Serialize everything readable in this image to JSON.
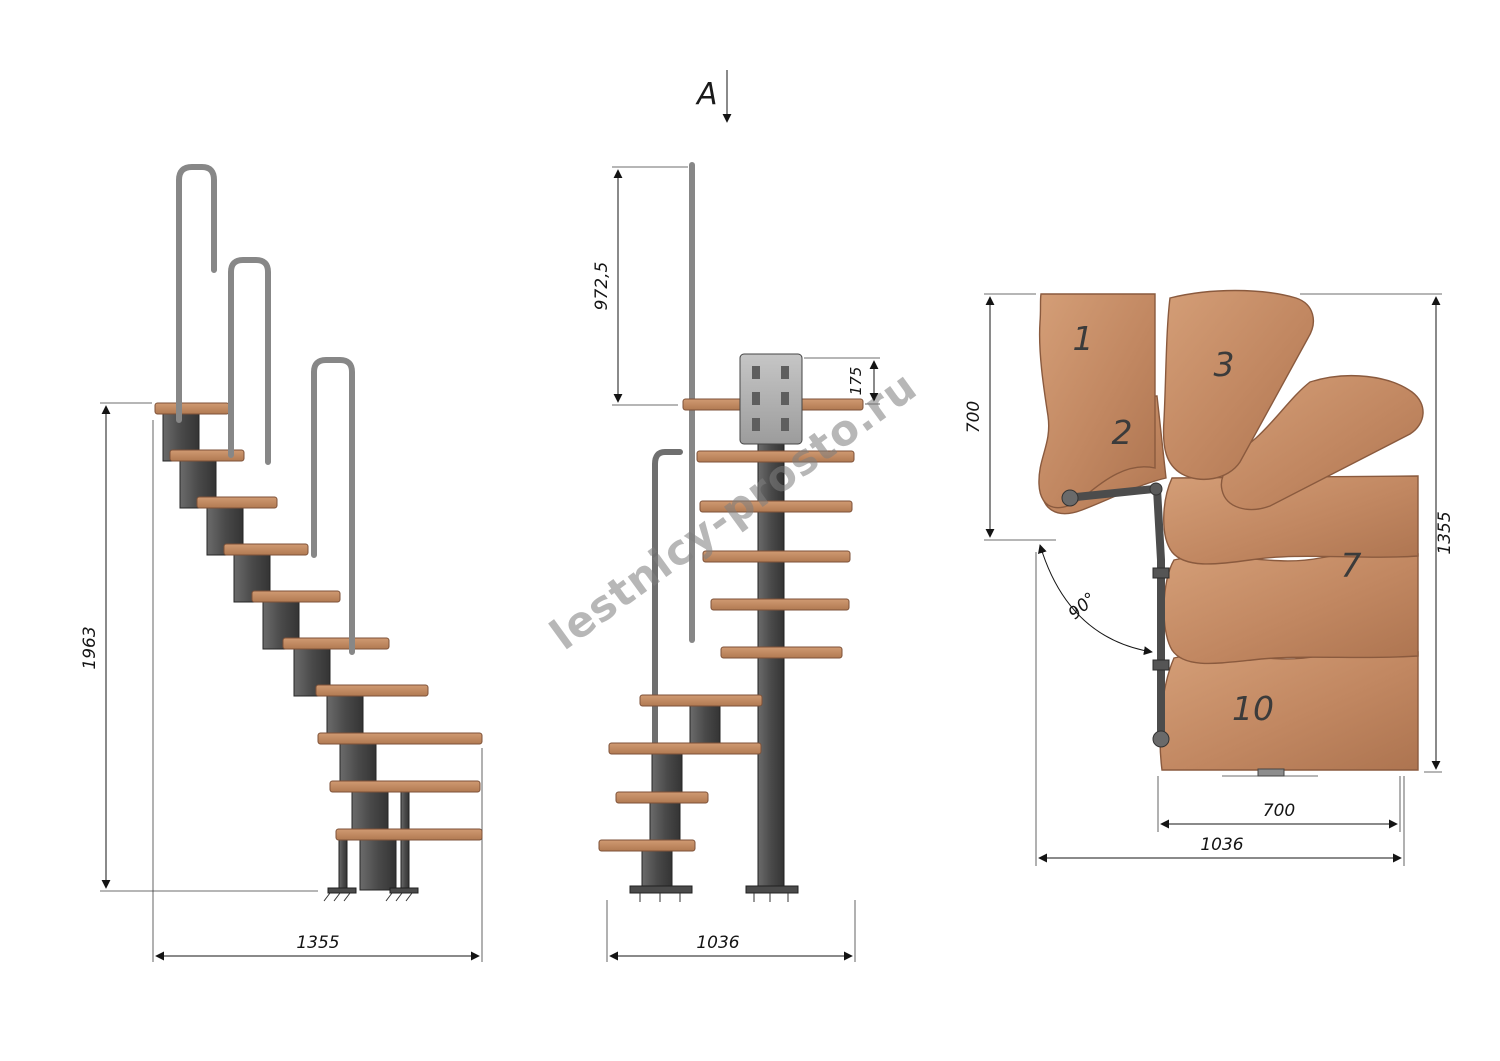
{
  "watermark": {
    "text": "lestnicy-prosto.ru"
  },
  "section": {
    "label": "A"
  },
  "side_view": {
    "dim_height": "1963",
    "dim_width": "1355"
  },
  "front_view": {
    "dim_rail_height": "972,5",
    "dim_plate": "175",
    "dim_width": "1036"
  },
  "plan_view": {
    "tread_1": "1",
    "tread_2": "2",
    "tread_3": "3",
    "tread_7": "7",
    "tread_10": "10",
    "dim_angle": "90°",
    "dim_depth_top": "700",
    "dim_height_right": "1355",
    "dim_run_bottom": "700",
    "dim_total_bottom": "1036"
  },
  "colors": {
    "wood": "#c18761",
    "metal": "#4a4a4a",
    "dimension": "#141414",
    "watermark": "#7e7e7e"
  }
}
